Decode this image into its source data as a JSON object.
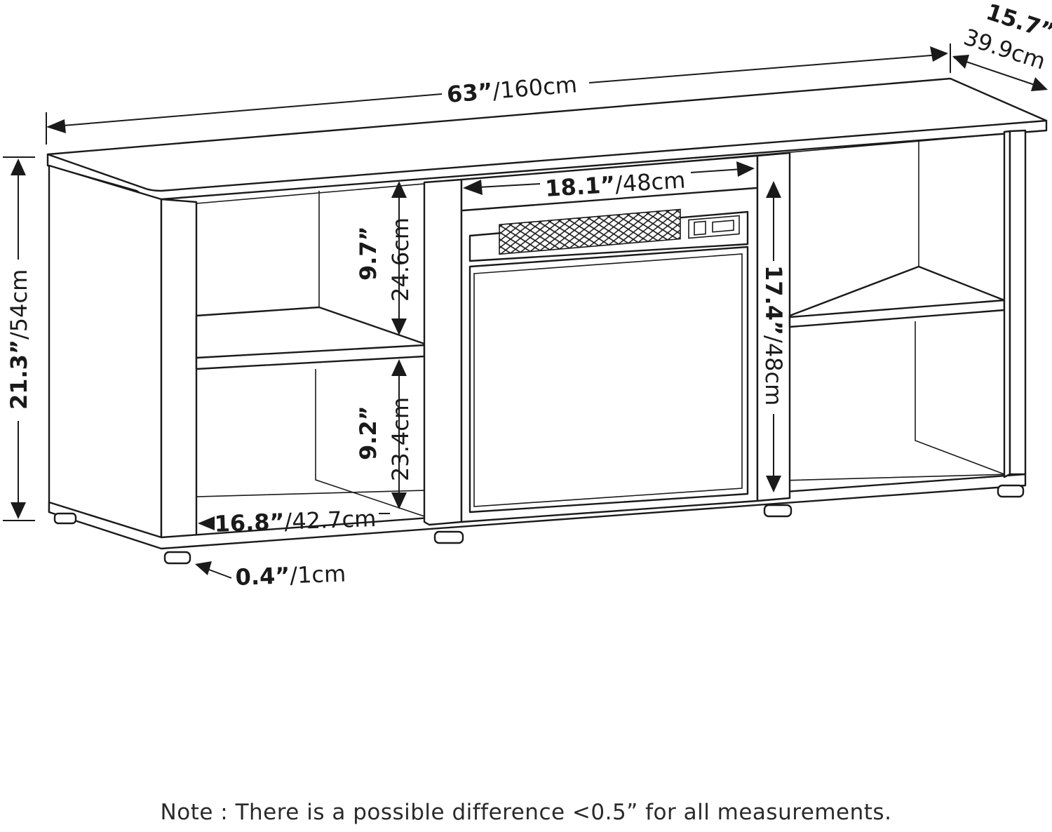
{
  "dimensions": {
    "width": {
      "imperial": "63”",
      "metric": "/160cm"
    },
    "depth": {
      "imperial": "15.7”",
      "metric": "39.9cm"
    },
    "height": {
      "imperial": "21.3”",
      "metric": "/54cm"
    },
    "fireplace_width": {
      "imperial": "18.1”",
      "metric": "/48cm"
    },
    "fireplace_height": {
      "imperial": "17.4”",
      "metric": "/48cm"
    },
    "upper_shelf_height": {
      "imperial": "9.7”",
      "metric": "24.6cm"
    },
    "lower_shelf_height": {
      "imperial": "9.2”",
      "metric": "23.4cm"
    },
    "shelf_depth": {
      "imperial": "16.8”",
      "metric": "/42.7cm"
    },
    "foot_height": {
      "imperial": "0.4”",
      "metric": "/1cm"
    }
  },
  "note": "Note : There is a possible difference <0.5” for all measurements."
}
